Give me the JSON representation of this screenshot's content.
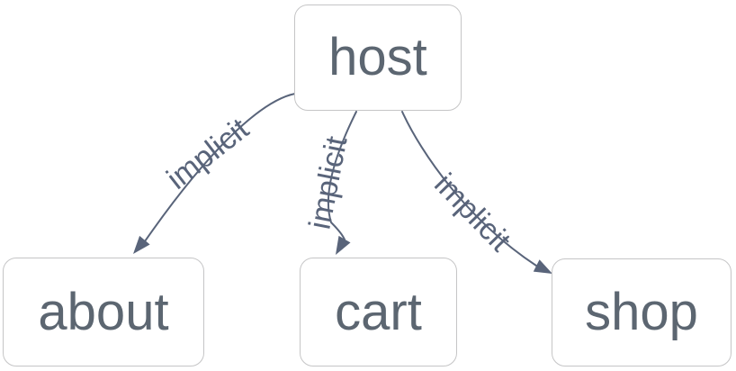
{
  "diagram": {
    "type": "dependency-graph",
    "background": "#ffffff",
    "colors": {
      "node_fill": "#ffffff",
      "node_border": "#c5c5c6",
      "node_text": "#5c6671",
      "edge": "#59647a",
      "edge_label": "#59647a",
      "arrowhead": "#59647a"
    },
    "nodes": [
      {
        "id": "host",
        "label": "host"
      },
      {
        "id": "about",
        "label": "about"
      },
      {
        "id": "cart",
        "label": "cart"
      },
      {
        "id": "shop",
        "label": "shop"
      }
    ],
    "edges": [
      {
        "from": "host",
        "to": "about",
        "label": "implicit"
      },
      {
        "from": "host",
        "to": "cart",
        "label": "implicit"
      },
      {
        "from": "host",
        "to": "shop",
        "label": "implicit"
      }
    ]
  }
}
